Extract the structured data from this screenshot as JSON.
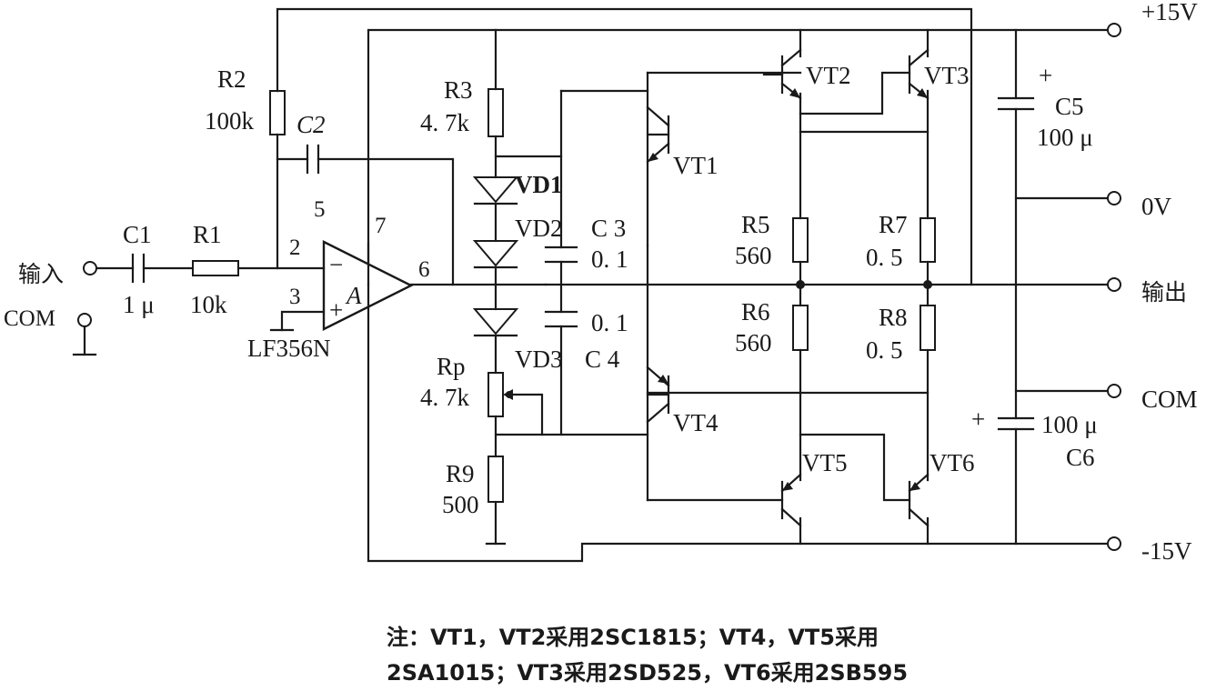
{
  "terminals": {
    "plus15": "+15V",
    "zero": "0V",
    "output": "输出",
    "com_right": "COM",
    "minus15": "-15V",
    "input": "输入",
    "com_left": "COM"
  },
  "components": {
    "r2_name": "R2",
    "r2_value": "100k",
    "c2_name": "C2",
    "c1_name": "C1",
    "c1_value": "1 μ",
    "r1_name": "R1",
    "r1_value": "10k",
    "opamp_label": "A",
    "opamp_part": "LF356N",
    "pin2": "2",
    "pin3": "3",
    "pin5": "5",
    "pin6": "6",
    "pin7": "7",
    "opamp_minus": "−",
    "opamp_plus": "+",
    "r3_name": "R3",
    "r3_value": "4. 7k",
    "vd1": "VD1",
    "vd2": "VD2",
    "vd3": "VD3",
    "c3_name": "C 3",
    "c3_value": "0. 1",
    "c4_name": "C 4",
    "c4_value": "0. 1",
    "rp_name": "Rp",
    "rp_value": "4. 7k",
    "r9_name": "R9",
    "r9_value": "500",
    "vt1": "VT1",
    "vt2": "VT2",
    "vt3": "VT3",
    "vt4": "VT4",
    "vt5": "VT5",
    "vt6": "VT6",
    "r5_name": "R5",
    "r5_value": "560",
    "r6_name": "R6",
    "r6_value": "560",
    "r7_name": "R7",
    "r7_value": "0. 5",
    "r8_name": "R8",
    "r8_value": "0. 5",
    "c5_name": "C5",
    "c5_value": "100 μ",
    "c5_polarity": "+",
    "c6_name": "C6",
    "c6_value": "100 μ",
    "c6_polarity": "+"
  },
  "note": {
    "line1": "注：VT1，VT2采用2SC1815；VT4，VT5采用",
    "line2": "2SA1015；VT3采用2SD525，VT6采用2SB595"
  }
}
